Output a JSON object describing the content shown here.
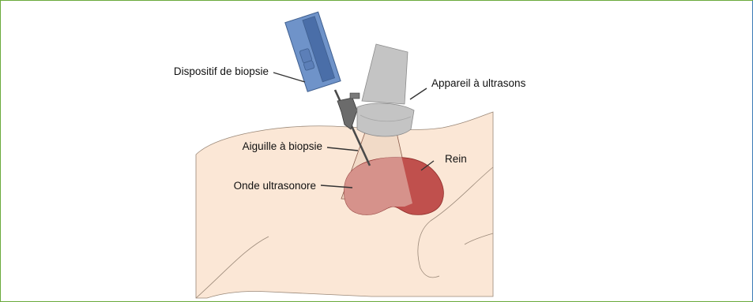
{
  "labels": {
    "biopsy_device": "Dispositif de biopsie",
    "ultrasound_device": "Appareil à ultrasons",
    "biopsy_needle": "Aiguille à biopsie",
    "kidney": "Rein",
    "ultrasound_wave": "Onde ultrasonore"
  },
  "colors": {
    "border": "#6aaa3c",
    "skin": "#fbe7d6",
    "skin_outline": "#8a7868",
    "kidney": "#c0504d",
    "kidney_dark": "#8e2e2b",
    "probe": "#c4c4c4",
    "device": "#6f93c9",
    "device_dark": "#4a6ea8"
  }
}
